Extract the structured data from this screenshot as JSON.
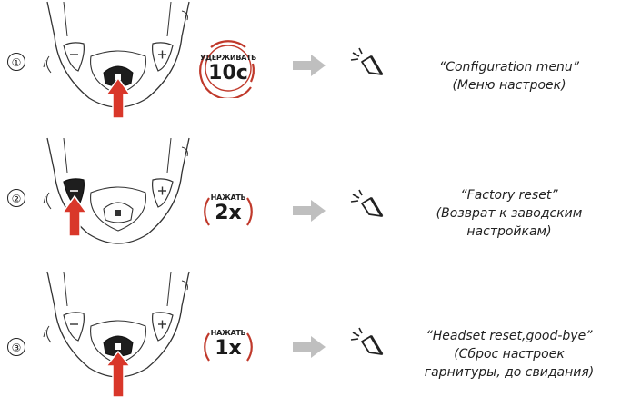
{
  "steps": [
    {
      "number": "①",
      "button": "center",
      "badge": {
        "top": "УДЕРЖИВАТЬ",
        "main": "10c"
      },
      "voice": [
        "“Configuration menu”",
        "(Меню настроек)"
      ]
    },
    {
      "number": "②",
      "button": "minus",
      "badge": {
        "top": "НАЖАТЬ",
        "main": "2x"
      },
      "voice": [
        "“Factory reset”",
        "(Возврат к заводским",
        "настройкам)"
      ]
    },
    {
      "number": "③",
      "button": "center",
      "badge": {
        "top": "НАЖАТЬ",
        "main": "1x"
      },
      "voice": [
        "“Headset reset,good-bye”",
        "(Сброс настроек",
        "гарнитуры, до свидания)"
      ]
    }
  ],
  "icons": {
    "arrow": "right-arrow-icon",
    "speaker": "speaker-sound-icon",
    "press": "press-arrow-icon"
  },
  "colors": {
    "press_arrow": "#d9372a",
    "badge_ring": "#c0392b",
    "arrow_gray": "#bfbfbf",
    "outline": "#333333"
  }
}
